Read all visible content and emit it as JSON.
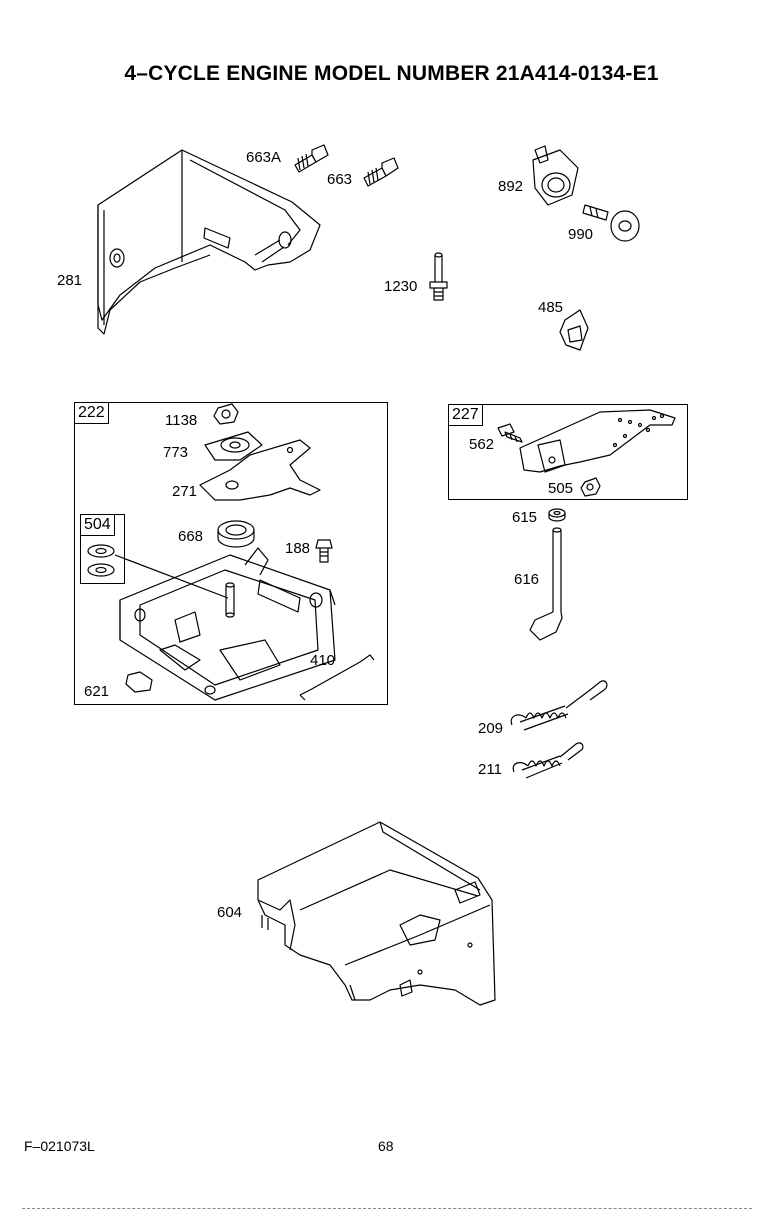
{
  "header": {
    "title": "4–CYCLE ENGINE MODEL NUMBER 21A414-0134-E1"
  },
  "parts": {
    "p663a": "663A",
    "p663": "663",
    "p892": "892",
    "p990": "990",
    "p281": "281",
    "p1230": "1230",
    "p485": "485",
    "p1138": "1138",
    "p773": "773",
    "p271": "271",
    "p668": "668",
    "p188": "188",
    "p410": "410",
    "p621": "621",
    "p562": "562",
    "p505": "505",
    "p615": "615",
    "p616": "616",
    "p209": "209",
    "p211": "211",
    "p604": "604"
  },
  "groups": {
    "g222": "222",
    "g504": "504",
    "g227": "227"
  },
  "footer": {
    "code": "F–021073L",
    "page_number": "68"
  }
}
